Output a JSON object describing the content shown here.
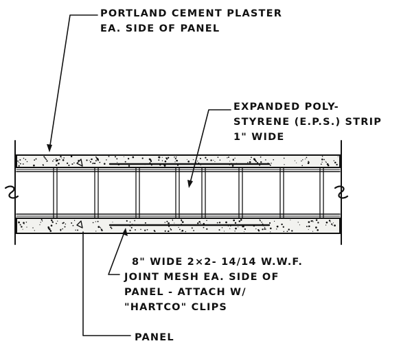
{
  "colors": {
    "ink": "#111111",
    "paper": "#ffffff",
    "plaster": "#f2f2ef"
  },
  "labels": {
    "plaster_line1": "PORTLAND CEMENT PLASTER",
    "plaster_line2": "EA. SIDE OF PANEL",
    "eps_line1": "EXPANDED POLY-",
    "eps_line2": "STYRENE (E.P.S.) STRIP",
    "eps_line3": "1\" WIDE",
    "mesh_line1": "8\" WIDE 2×2- 14/14 W.W.F.",
    "mesh_line2": "JOINT MESH EA. SIDE OF",
    "mesh_line3": "PANEL - ATTACH W/",
    "mesh_line4": "\"HARTCO\" CLIPS",
    "panel": "PANEL"
  }
}
